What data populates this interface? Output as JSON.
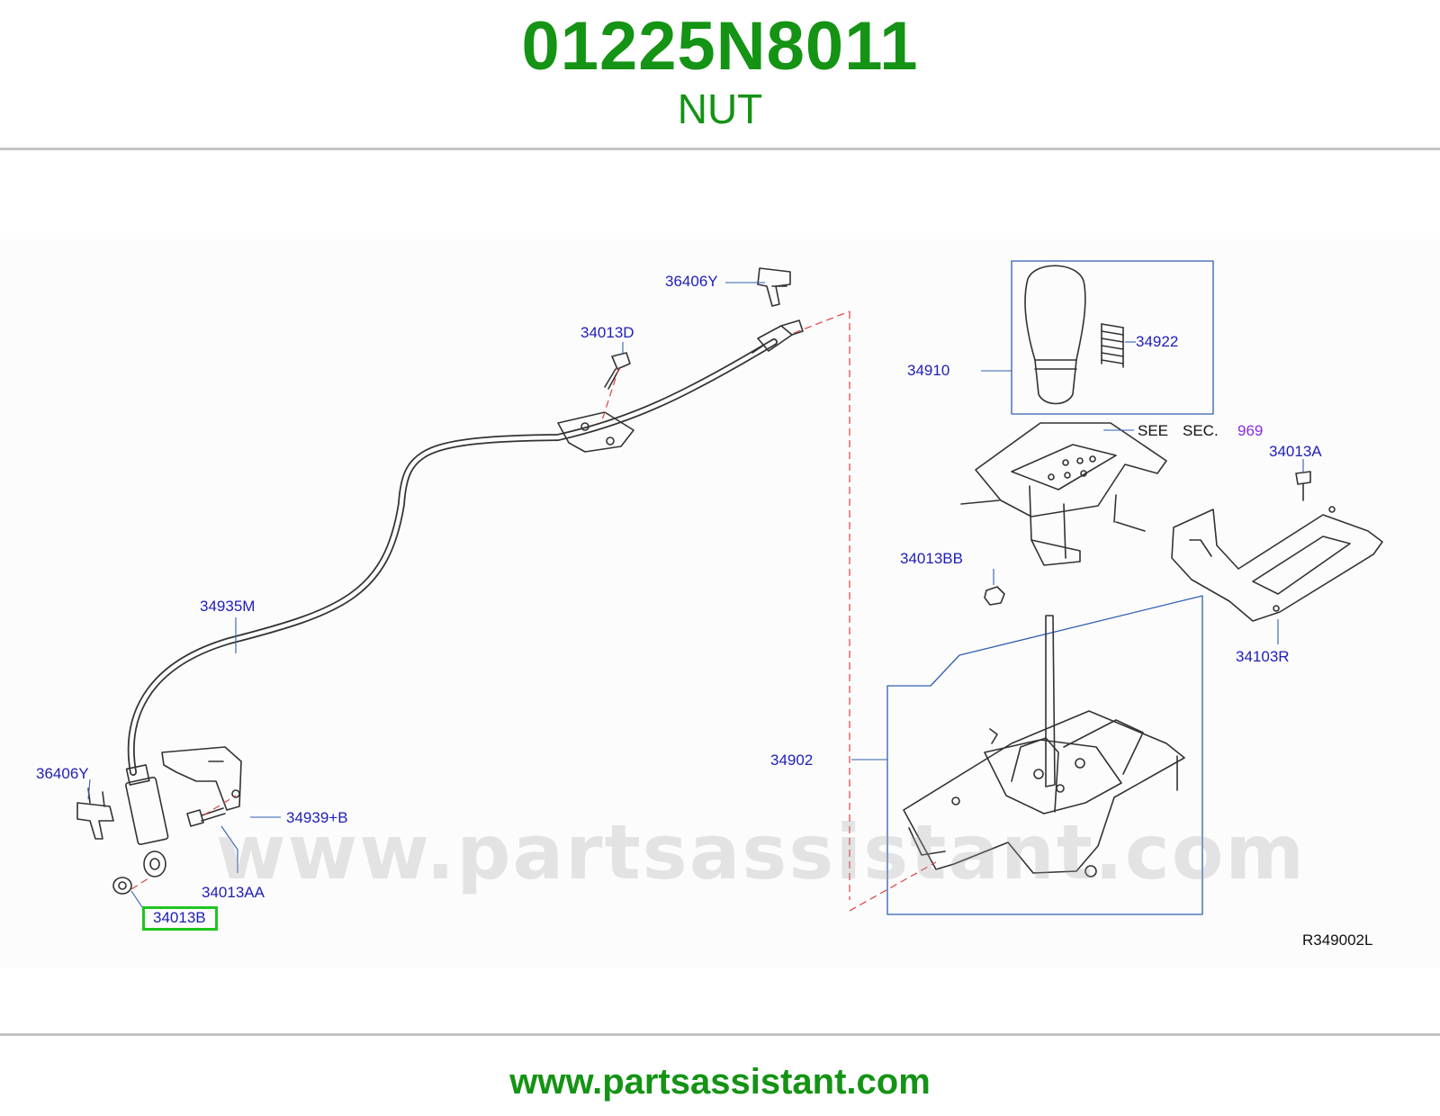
{
  "header": {
    "part_number": "01225N8011",
    "part_name": "NUT"
  },
  "diagram": {
    "watermark": "www.partsassistant.com",
    "code": "R349002L",
    "highlighted_callout": "34013B",
    "callouts": {
      "c36406Y_top": "36406Y",
      "c34013D": "34013D",
      "c34935M": "34935M",
      "c36406Y_left": "36406Y",
      "c34939B": "34939+B",
      "c34013AA": "34013AA",
      "c34013B": "34013B",
      "c34910": "34910",
      "c34922": "34922",
      "see": "SEE",
      "sec": "SEC.",
      "sec_num": "969",
      "c34013A": "34013A",
      "c34013BB": "34013BB",
      "c34103R": "34103R",
      "c34902": "34902"
    },
    "colors": {
      "callout_text": "#2020b8",
      "highlight": "#1fc51f",
      "leader_line": "#2f5fb0",
      "dashed_line": "#e04040"
    }
  },
  "footer": {
    "link": "www.partsassistant.com"
  }
}
